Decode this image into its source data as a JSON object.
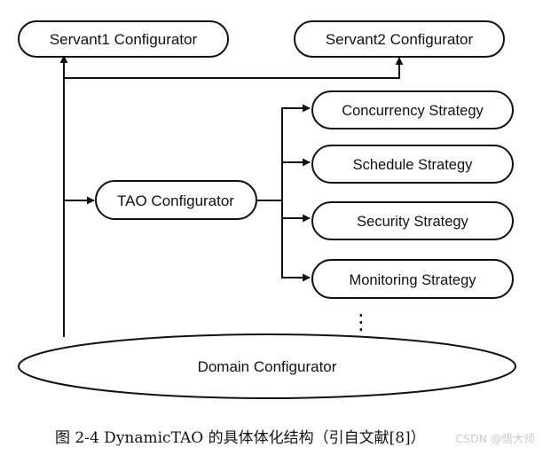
{
  "nodes": {
    "servant1": "Servant1 Configurator",
    "servant2": "Servant2 Configurator",
    "tao": "TAO Configurator",
    "concurrency": "Concurrency Strategy",
    "schedule": "Schedule Strategy",
    "security": "Security Strategy",
    "monitoring": "Monitoring Strategy",
    "domain": "Domain Configurator"
  },
  "ellipsis": "⋮",
  "caption": "图 2-4 DynamicTAO 的具体体化结构（引自文献[8]）",
  "watermark": "CSDN @悟大师",
  "colors": {
    "line": "#111111",
    "fill": "#ffffff",
    "text": "#111111"
  }
}
